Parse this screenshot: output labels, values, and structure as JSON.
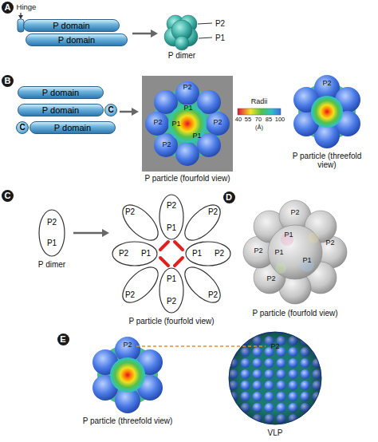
{
  "diagram": {
    "nodes": [
      {
        "text": [
          "P domain"
        ]
      },
      {
        "text": [
          "P domain"
        ]
      },
      {
        "text": [
          "P domain"
        ]
      },
      {
        "text": [
          "P domain"
        ]
      },
      {
        "text": [
          "C"
        ]
      },
      {
        "text": [
          "C"
        ]
      },
      {
        "text": [
          "P domain"
        ]
      },
      {
        "text": [
          "P2",
          "P1"
        ]
      },
      {
        "text": [
          "P2",
          "P1"
        ]
      },
      {
        "text": [
          "P2"
        ]
      },
      {
        "text": [
          "P2"
        ]
      },
      {
        "text": [
          "P2",
          "P1"
        ]
      },
      {
        "text": [
          "P1",
          "P2"
        ]
      },
      {
        "text": [
          "P2"
        ]
      },
      {
        "text": [
          "P2"
        ]
      },
      {
        "text": [
          "P1",
          "P2"
        ]
      }
    ],
    "labels": [
      "A",
      "Hinge",
      "P2",
      "P1",
      "P dimer",
      "B",
      "P2",
      "P2",
      "P1",
      "P1",
      "P2",
      "P1",
      "P2",
      "Radii",
      "40",
      "55",
      "70",
      "85",
      "100",
      "(Å)",
      "P particle (fourfold view)",
      "P2",
      "P particle (threefold view)",
      "C",
      "P dimer",
      "P particle (fourfold view)",
      "D",
      "P2",
      "P1",
      "P2",
      "P1",
      "P1",
      "P2",
      "P2",
      "P particle (fourfold view)",
      "E",
      "P2",
      "P particle (threefold view)",
      "P2",
      "VLP"
    ]
  }
}
